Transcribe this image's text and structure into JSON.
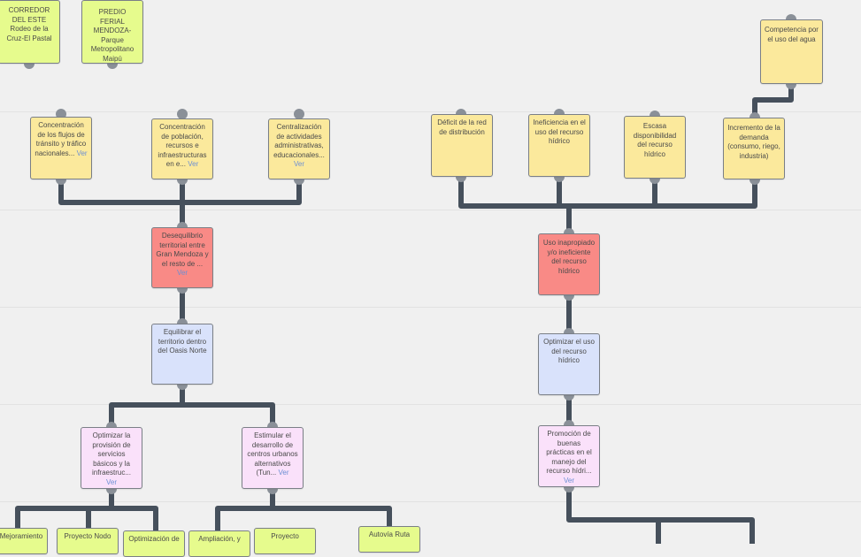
{
  "more_label": "Ver",
  "colors": {
    "connector": "#46505c",
    "problem": "#f98a86",
    "cause": "#fbe99c",
    "objective": "#d9e2fb",
    "strategy": "#fae1fa",
    "project": "#e6fb8d"
  },
  "nodes": {
    "corredor": "CORREDOR DEL ESTE Rodeo de la Cruz-El Pastal",
    "predio": "PREDIO FERIAL MENDOZA- Parque Metropolitano Maipú",
    "competencia": "Competencia por el uso del agua",
    "flujos": "Concentración de los flujos de tránsito y tráfico nacionales...",
    "poblacion": "Concentración de población, recursos e infraestructuras en e...",
    "centralizacion": "Centralización de actividades administrativas, educacionales...",
    "deficit": "Déficit de la red de distribución",
    "ineficiencia": "Ineficiencia en el uso del recurso hídrico",
    "escasa": "Escasa disponibilidad del recurso hídrico",
    "incremento": "Incremento de la demanda (consumo, riego, industria)",
    "desequilibrio": "Desequilibrio territorial entre Gran Mendoza y el resto de ...",
    "uso_inapropiado": "Uso inapropiado y/o ineficiente del recurso hídrico",
    "equilibrar": "Equilibrar el territorio dentro del Oasis Norte",
    "optimizar_uso": "Optimizar el uso del recurso hídrico",
    "optimizar_provision": "Optimizar la provisión de servicios básicos y la infraestruc...",
    "estimular": "Estimular el desarrollo de centros urbanos alternativos (Tun...",
    "promocion": "Promoción de buenas prácticas en el manejo del recurso hídri...",
    "mejoramiento": "Mejoramiento",
    "nodo": "Proyecto Nodo",
    "optimizacion_de": "Optimización de",
    "ampliacion": "Ampliación, y",
    "proyecto": "Proyecto",
    "autovia": "Autovía Ruta"
  }
}
